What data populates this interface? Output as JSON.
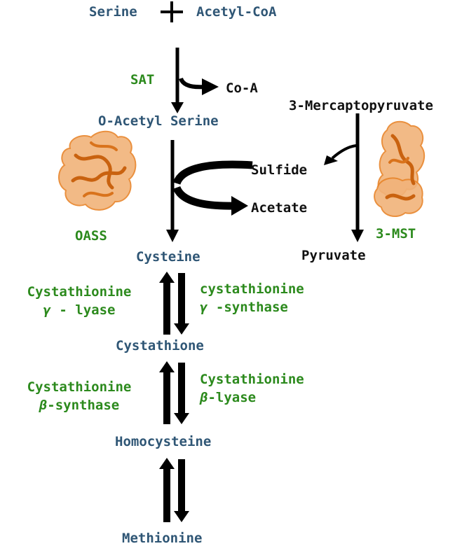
{
  "compounds": {
    "serine": "Serine",
    "acetyl_coa": "Acetyl-CoA",
    "o_acetyl_serine": "O-Acetyl Serine",
    "cysteine": "Cysteine",
    "cystathione": "Cystathione",
    "homocysteine": "Homocysteine",
    "methionine": "Methionine"
  },
  "side_products": {
    "co_a": "Co-A",
    "sulfide": "Sulfide",
    "acetate": "Acetate",
    "mercaptopyruvate": "3-Mercaptopyruvate",
    "pyruvate": "Pyruvate"
  },
  "enzymes": {
    "sat": "SAT",
    "oass": "OASS",
    "mst": "3-MST",
    "cgl_line1": "Cystathionine",
    "cgl_greek": "γ",
    "cgl_rest": " - lyase",
    "cgs_line1": "cystathionine",
    "cgs_greek": "γ",
    "cgs_rest": " -synthase",
    "cbs_line1": "Cystathionine",
    "cbs_greek": "β",
    "cbs_rest": "-synthase",
    "cbl_line1": "Cystathionine",
    "cbl_greek": "β",
    "cbl_rest": "-lyase"
  },
  "colors": {
    "compound": "#2f5675",
    "enzyme": "#2c8a1d",
    "product": "#111111",
    "protein": "#e8842a"
  },
  "icons": {
    "plus": "plus-icon",
    "oass_structure": "protein-structure-icon",
    "mst_structure": "protein-structure-icon"
  }
}
